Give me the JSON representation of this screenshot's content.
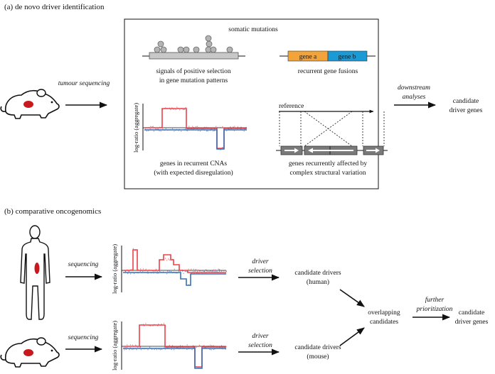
{
  "section_a": {
    "title": "(a) de novo driver identification",
    "tumour_sequencing": "tumour sequencing",
    "box_title": "somatic mutations",
    "panel_mutations": [
      "signals of positive selection",
      "in gene mutation patterns"
    ],
    "panel_fusions": "recurrent gene fusions",
    "gene_a": "gene a",
    "gene_b": "gene b",
    "cna_ylabel": "log-ratio (aggregate)",
    "panel_cna": [
      "genes in recurrent CNAs",
      "(with expected disregulation)"
    ],
    "reference": "reference",
    "panel_sv": [
      "genes recurrently affected by",
      "complex structural variation"
    ],
    "downstream": [
      "downstream",
      "analyses"
    ],
    "output": [
      "candidate",
      "driver genes"
    ]
  },
  "section_b": {
    "title": "(b) comparative oncogenomics",
    "sequencing_human": "sequencing",
    "sequencing_mouse": "sequencing",
    "ylabel_human": "log-ratio (aggregate)",
    "ylabel_mouse": "log-ratio (aggregate)",
    "driver_selection_human": [
      "driver",
      "selection"
    ],
    "driver_selection_mouse": [
      "driver",
      "selection"
    ],
    "candidates_human": [
      "candidate drivers",
      "(human)"
    ],
    "candidates_mouse": [
      "candidate drivers",
      "(mouse)"
    ],
    "overlapping": [
      "overlapping",
      "candidates"
    ],
    "further": [
      "further",
      "prioritization"
    ],
    "output": [
      "candidate",
      "driver genes"
    ]
  },
  "colors": {
    "gain": "#e8434a",
    "loss": "#3a6fb5",
    "gene_a": "#f2a33a",
    "gene_b": "#1b9ad6",
    "tumour": "#c8191e",
    "gene_bar": "#c8c8c8",
    "sv_block": "#7a7a7a"
  }
}
